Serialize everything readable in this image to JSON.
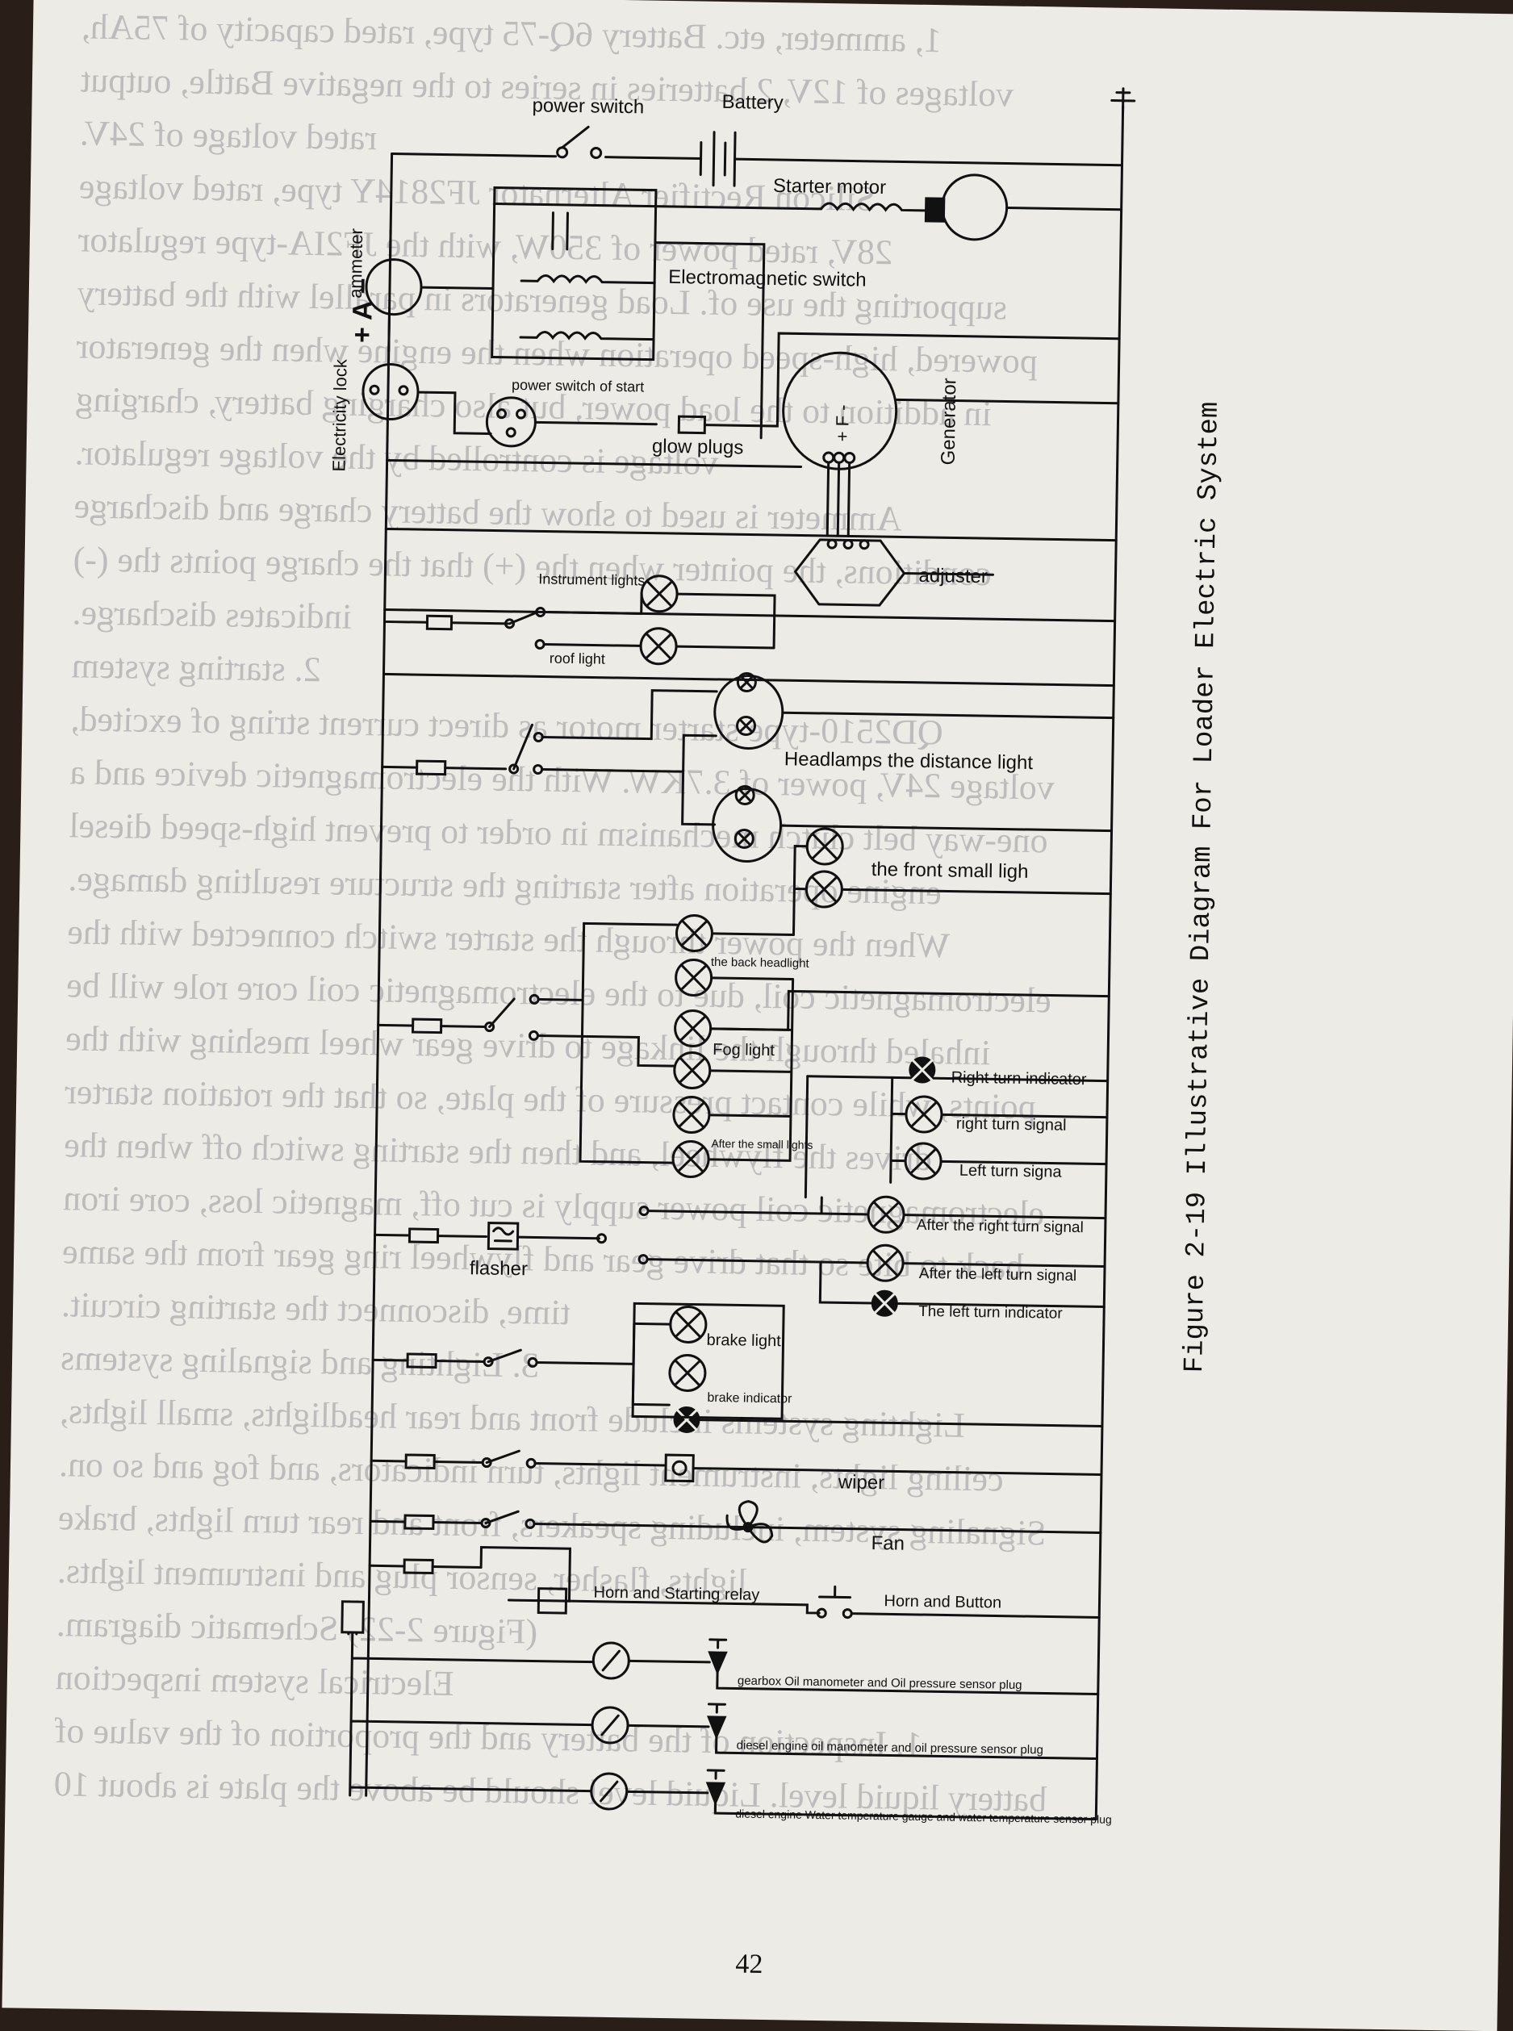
{
  "figure_caption": "Figure 2-19  Illustrative Diagram For Loader Electric System",
  "page_number": "42",
  "background_text": [
    "1, ammeter, etc. Battery 6Q-75 type, rated capacity of 75Ah,",
    "voltages of 12V, 2 batteries in series to the negative Battle, output",
    "rated voltage of 24V.",
    "Silicon Rectifier Alternator JF2814Y type, rated voltage",
    "28V, rated power of 350W, with the JF2IA-type regulator",
    "supporting the use of. Load generators in parallel with the battery",
    "powered, high-speed operation when the engine when the generator",
    "in addition to the load power, but also charging battery, charging",
    "voltage is controlled by the voltage regulator.",
    "Ammeter is used to show the battery charge and discharge",
    "conditions, the pointer when the (+) that the charge points the (-)",
    "indicates discharge.",
    "2. starting system",
    "QD2510-type starter motor as direct current string of excited,",
    "voltage 24V, power of 3.7KW. With the electromagnetic device and a",
    "one-way belt clutch mechanism in order to prevent high-speed diesel",
    "engine operation after starting the structure resulting damage.",
    "When the power through the starter switch connected with the",
    "electromagnetic coil, due to the electromagnetic coil core role will be",
    "inhaled through the linkage to drive gear wheel meshing with the",
    "points, while contact pressure of the plate, so that the rotation starter",
    "drives the flywheel, and then the starting switch off when the",
    "electromagnetic coil power supply is cut off, magnetic loss, core iron",
    "back to bite so that drive gear and flywheel ring gear from the same",
    "time, disconnect the starting circuit.",
    "3. Lighting and signaling systems",
    "Lighting systems include front and rear headlights, small lights,",
    "ceiling lights, instrument lights, turn indicators, and fog and so on.",
    "Signaling system, including speakers, front and rear turn lights, brake",
    "lights, flasher, sensor plug and instrument lights.",
    "(Figure 2-22) Schematic diagram.",
    "Electrical system inspection",
    "1. Inspection of the battery and the proportion of the value of",
    "battery liquid level. Liquid level should be above the plate is about 10"
  ],
  "labels": {
    "power_switch": "power switch",
    "battery": "Battery",
    "starter_motor": "Starter motor",
    "electromagnetic_switch": "Electromagnetic switch",
    "ammeter": "ammeter",
    "electricity_lock": "Electricity lock",
    "power_switch_of_start": "power switch of start",
    "glow_plugs": "glow plugs",
    "generator": "Generator",
    "generator_terminals": "+  F  -",
    "adjuster": "adjuster",
    "instrument_lights": "Instrument lights",
    "roof_light": "roof light",
    "headlamps": "Headlamps the distance light",
    "front_small": "the front small ligh",
    "back_headlight": "the back headlight",
    "fog_light": "Fog light",
    "after_small": "After the small lights",
    "right_turn_indicator": "Right turn indicator",
    "right_turn_signal": "right turn signal",
    "left_turn_signal": "Left turn signa",
    "after_right_turn": "After the right turn signal",
    "after_left_turn": "After the left turn signal",
    "left_turn_indicator": "The left turn indicator",
    "flasher": "flasher",
    "brake_light": "brake light",
    "brake_indicator": "brake indicator",
    "wiper": "wiper",
    "fan": "Fan",
    "horn_relay": "Horn and Starting relay",
    "horn_button": "Horn and Button",
    "gearbox_sensor": "gearbox Oil manometer and Oil pressure sensor plug",
    "diesel_oil_sensor": "diesel engine oil manometer and oil pressure sensor plug",
    "water_temp_sensor": "diesel engine Water temperature gauge and water temperature sensor plug"
  }
}
